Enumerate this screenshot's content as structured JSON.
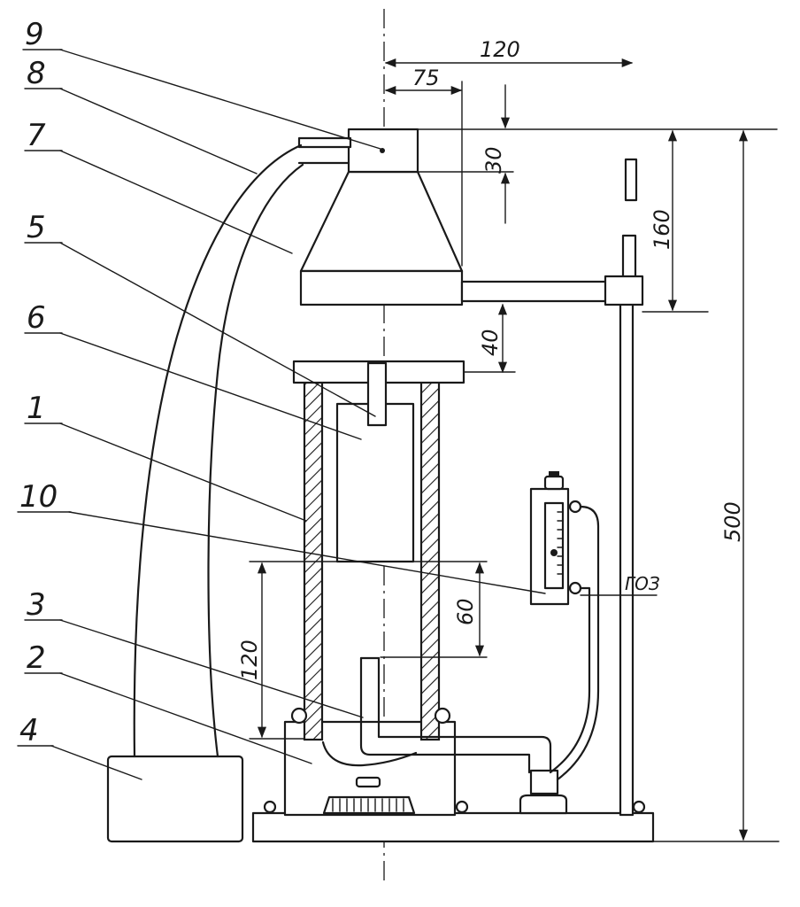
{
  "labels": {
    "l1": "1",
    "l2": "2",
    "l3": "3",
    "l4": "4",
    "l5": "5",
    "l6": "6",
    "l7": "7",
    "l8": "8",
    "l9": "9",
    "l10": "10"
  },
  "dimensions": {
    "d120_top": "120",
    "d75": "75",
    "d30": "30",
    "d160": "160",
    "d40": "40",
    "d500": "500",
    "d60": "60",
    "d120_low": "120"
  },
  "gas_label": "ГОЗ"
}
